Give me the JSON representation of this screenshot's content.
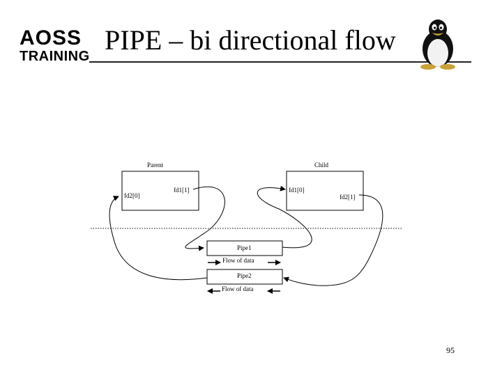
{
  "logo": {
    "line1": "AOSS",
    "line2": "TRAINING"
  },
  "title": "PIPE – bi directional flow",
  "page_number": "95",
  "diagram": {
    "parent_label": "Parent",
    "child_label": "Child",
    "parent_fd1_write": "fd1[1]",
    "parent_fd2_read": "fd2[0]",
    "child_fd1_read": "fd1[0]",
    "child_fd2_write": "fd2[1]",
    "pipe1_label": "Pipe1",
    "pipe2_label": "Pipe2",
    "pipe1_flow": "Flow of data",
    "pipe2_flow": "Flow of data"
  },
  "icons": {
    "logo_mascot": "penguin-icon"
  }
}
